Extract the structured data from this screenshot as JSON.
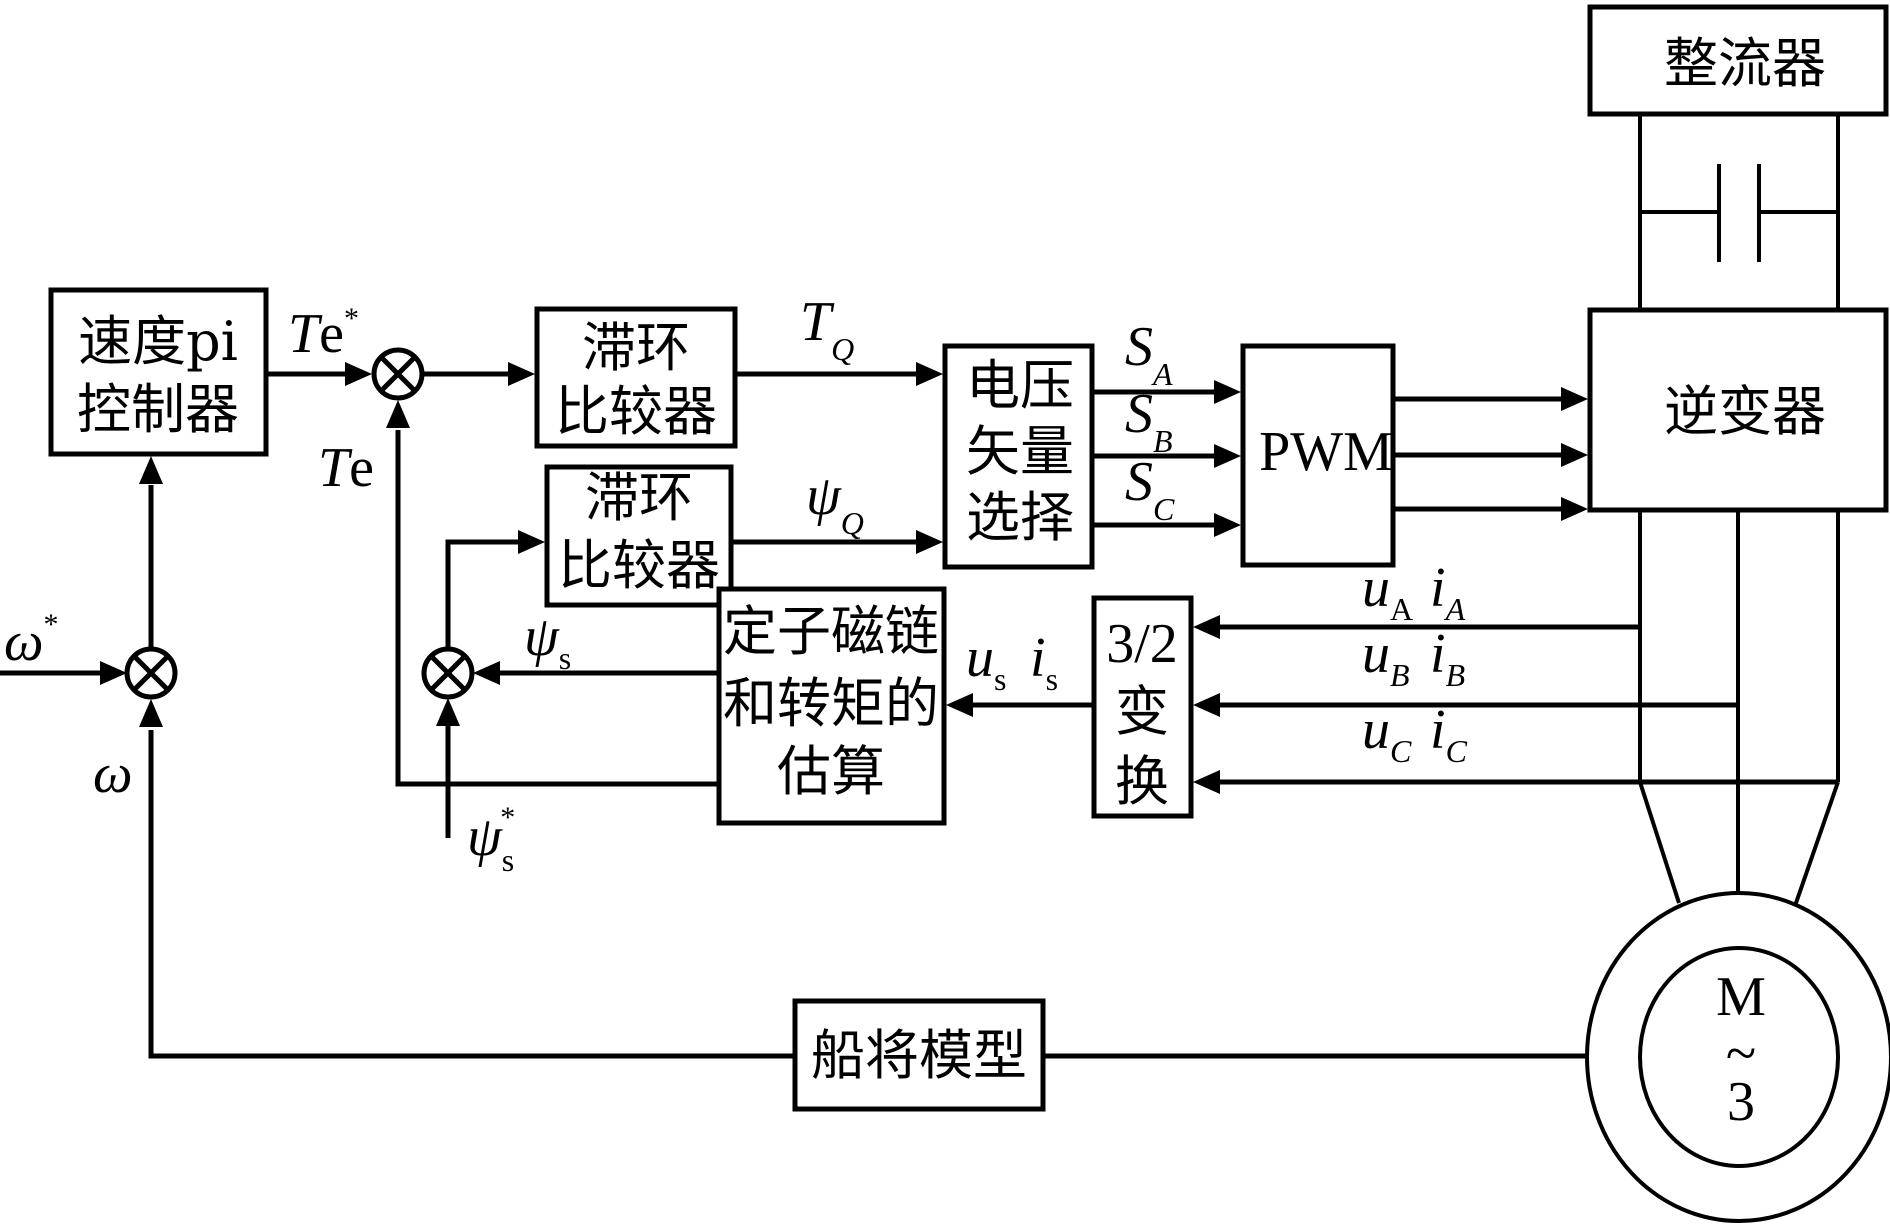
{
  "diagram": {
    "title": "",
    "type": "block-diagram",
    "theme": {
      "stroke": "#000000",
      "background": "#ffffff"
    },
    "blocks": {
      "speed_pi": {
        "line1": "速度pi",
        "line2": "控制器"
      },
      "hysteresis_torque": {
        "line1": "滞环",
        "line2": "比较器"
      },
      "hysteresis_flux": {
        "line1": "滞环",
        "line2": "比较器"
      },
      "voltage_vector_select": {
        "line1": "电压",
        "line2": "矢量",
        "line3": "选择"
      },
      "pwm": {
        "label": "PWM"
      },
      "rectifier": {
        "label": "整流器"
      },
      "inverter": {
        "label": "逆变器"
      },
      "estimator": {
        "line1": "定子磁链",
        "line2": "和转矩的",
        "line3": "估算"
      },
      "transform_32": {
        "line1": "3/2",
        "line2": "变",
        "line3": "换"
      },
      "ship_model": {
        "label": "船将模型"
      },
      "motor": {
        "line1": "M",
        "line2": "~",
        "line3": "3"
      }
    },
    "signals": {
      "omega_ref": {
        "base": "ω",
        "sup": "*"
      },
      "omega": {
        "base": "ω"
      },
      "te_ref": {
        "base_italic": "T",
        "base": "e",
        "sup": "*"
      },
      "te": {
        "base_italic": "T",
        "base": "e"
      },
      "tq": {
        "base": "T",
        "sub": "Q"
      },
      "psiq": {
        "base": "ψ",
        "sub": "Q"
      },
      "sa": {
        "base": "S",
        "sub": "A"
      },
      "sb": {
        "base": "S",
        "sub": "B"
      },
      "sc": {
        "base": "S",
        "sub": "C"
      },
      "psis": {
        "base": "ψ",
        "sub": "s"
      },
      "psis_ref": {
        "base": "ψ",
        "sub": "s",
        "sup": "*"
      },
      "us": {
        "base": "u",
        "sub": "s"
      },
      "is": {
        "base": "i",
        "sub": "s"
      },
      "ua": {
        "base": "u",
        "sub": "A"
      },
      "ia": {
        "base": "i",
        "sub": "A"
      },
      "ub": {
        "base": "u",
        "sub": "B"
      },
      "ib": {
        "base": "i",
        "sub": "B"
      },
      "uc": {
        "base": "u",
        "sub": "C"
      },
      "ic": {
        "base": "i",
        "sub": "C"
      }
    },
    "junctions": [
      "speed-sum",
      "torque-sum",
      "flux-sum"
    ],
    "symbols": {
      "junction": "⊗",
      "capacitor": "DC link capacitor"
    }
  }
}
